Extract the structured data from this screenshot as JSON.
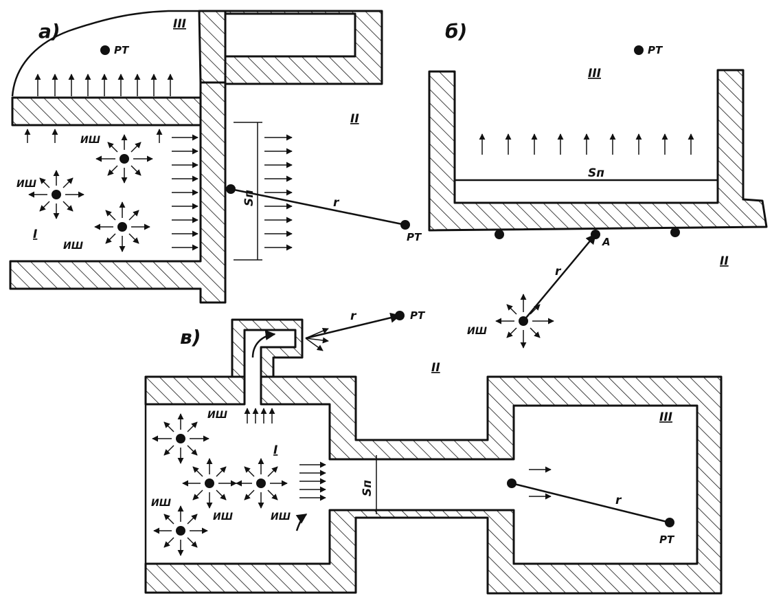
{
  "panels": {
    "a": {
      "label": "а)",
      "zone_top": "III",
      "zone_right": "II",
      "room_label": "I",
      "noise_source_label": "ИШ",
      "point_label": "РТ",
      "dist_label": "r",
      "partition_label": "Sп"
    },
    "b": {
      "label": "б)",
      "zone_top": "III",
      "zone_bottom": "II",
      "point_label": "РТ",
      "partition_label": "Sп",
      "point_a_label": "А",
      "noise_source_label": "ИШ",
      "dist_label": "r"
    },
    "c": {
      "label": "в)",
      "zone_outside": "II",
      "room_label": "I",
      "room_right_label": "III",
      "noise_source_label": "ИШ",
      "point_label": "РТ",
      "dist_label": "r",
      "partition_label": "Sп"
    }
  },
  "colors": {
    "ink": "#111111",
    "paper": "#ffffff"
  }
}
